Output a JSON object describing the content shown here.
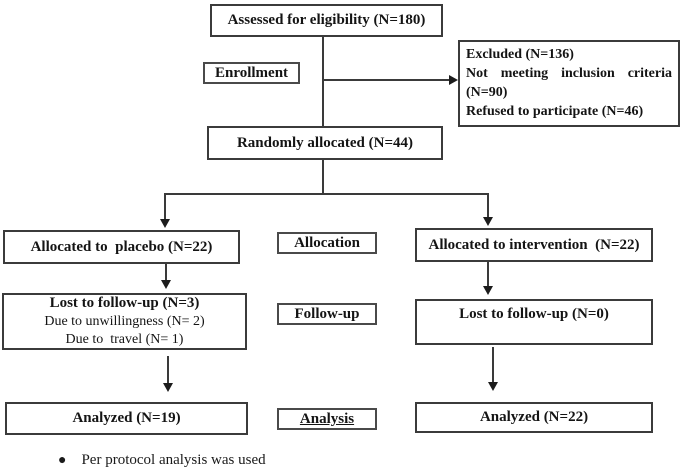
{
  "diagram": {
    "title_semantic": "CONSORT participant flow diagram",
    "assessed": "Assessed for eligibility (N=180)",
    "excluded": {
      "line1": "Excluded (N=136)",
      "line2": "Not meeting inclusion criteria (N=90)",
      "line3": "Refused to participate (N=46)"
    },
    "randomized": "Randomly allocated (N=44)",
    "stage_labels": {
      "enrollment": "Enrollment",
      "allocation": "Allocation",
      "followup": "Follow-up",
      "analysis": "Analysis"
    },
    "left_arm": {
      "allocated": "Allocated to  placebo (N=22)",
      "lost_title": "Lost to follow-up (N=3)",
      "lost_reason1": "Due to unwillingness (N= 2)",
      "lost_reason2": "Due to  travel (N= 1)",
      "analyzed": "Analyzed (N=19)"
    },
    "right_arm": {
      "allocated": "Allocated to intervention  (N=22)",
      "lost": "Lost to follow-up (N=0)",
      "analyzed": "Analyzed (N=22)"
    },
    "footnote": "Per protocol analysis was used",
    "colors": {
      "background": "#ffffff",
      "border": "#3b3b3b",
      "line": "#3a3a3a",
      "text": "#141414"
    }
  }
}
